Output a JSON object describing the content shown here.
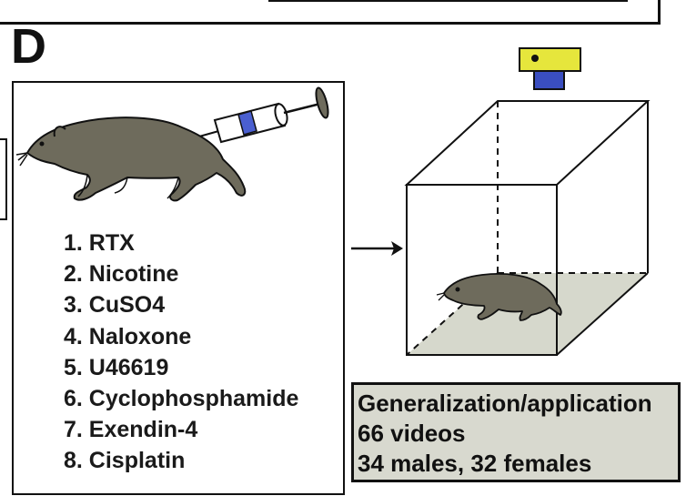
{
  "panel": {
    "letter": "D"
  },
  "treatments": {
    "items": [
      "1. RTX",
      "2. Nicotine",
      "3. CuSO4",
      "4. Naloxone",
      "5. U46619",
      "6. Cyclophosphamide",
      "7. Exendin-4",
      "8. Cisplatin"
    ]
  },
  "dataset": {
    "lines": [
      "Generalization/application",
      "66 videos",
      "34 males, 32 females"
    ]
  },
  "colors": {
    "shrew_body": "#6e6b5c",
    "camera_top": "#e6e63c",
    "camera_base": "#3a4ec0",
    "floor": "#d6d8cc",
    "syringe_fluid": "#4a5fd0",
    "info_bg": "#d8d9cf"
  },
  "icons": [
    "shrew-icon",
    "syringe-icon",
    "camera-icon",
    "arrow-right-icon",
    "arena-box-icon"
  ]
}
